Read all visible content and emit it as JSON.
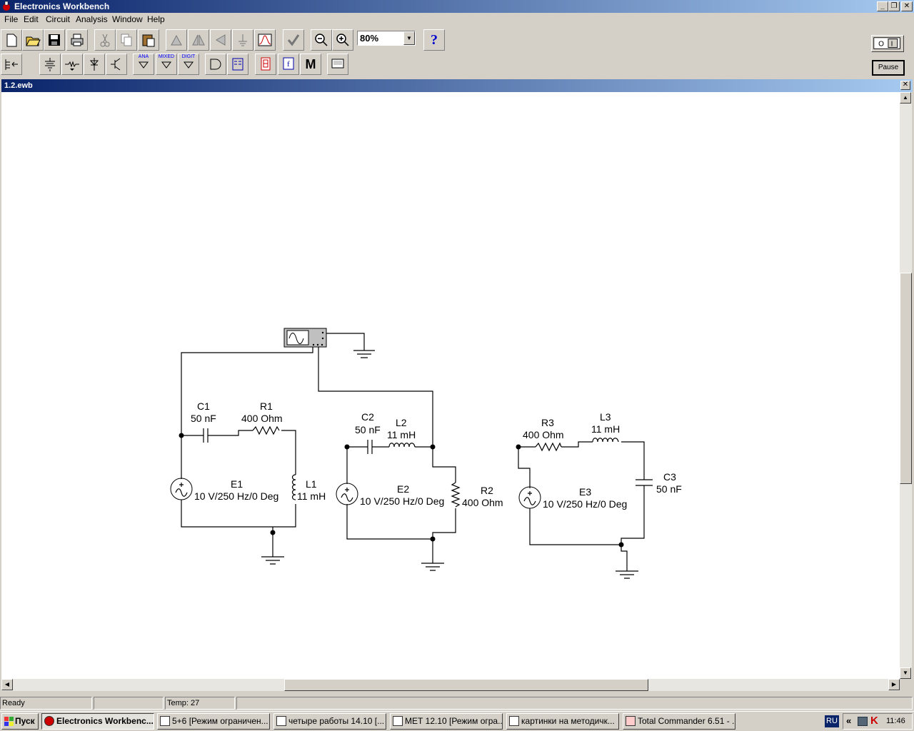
{
  "window": {
    "title": "Electronics Workbench",
    "min": "_",
    "max": "❐",
    "close": "✕"
  },
  "menu": [
    "File",
    "Edit",
    "Circuit",
    "Analysis",
    "Window",
    "Help"
  ],
  "zoom": {
    "value": "80%"
  },
  "help_label": "?",
  "pause_label": "Pause",
  "parts_labels": {
    "ana": "ANA",
    "mixed": "MIXED",
    "digit": "DIGIT",
    "m": "M"
  },
  "document": {
    "title": "1.2.ewb"
  },
  "circuit": {
    "c1": {
      "name": "C1",
      "value": "50 nF"
    },
    "r1": {
      "name": "R1",
      "value": "400  Ohm"
    },
    "l1": {
      "name": "L1",
      "value": "11 mH"
    },
    "e1": {
      "name": "E1",
      "value": "10 V/250 Hz/0 Deg"
    },
    "c2": {
      "name": "C2",
      "value": "50 nF"
    },
    "l2": {
      "name": "L2",
      "value": "11 mH"
    },
    "r2": {
      "name": "R2",
      "value": "400  Ohm"
    },
    "e2": {
      "name": "E2",
      "value": "10 V/250 Hz/0 Deg"
    },
    "r3": {
      "name": "R3",
      "value": "400  Ohm"
    },
    "l3": {
      "name": "L3",
      "value": "11 mH"
    },
    "c3": {
      "name": "C3",
      "value": "50 nF"
    },
    "e3": {
      "name": "E3",
      "value": "10 V/250 Hz/0 Deg"
    }
  },
  "status": {
    "ready": "Ready",
    "blank": "",
    "temp": "Temp:  27"
  },
  "taskbar": {
    "start": "Пуск",
    "tasks": [
      "Electronics Workbenc...",
      "5+6 [Режим ограничен...",
      "четыре работы 14.10 [...",
      "МЕТ 12.10 [Режим огра...",
      "картинки на методичк...",
      "Total Commander 6.51 - ..."
    ],
    "lang": "RU",
    "tray_arrows": "«",
    "clock": "11:46"
  }
}
